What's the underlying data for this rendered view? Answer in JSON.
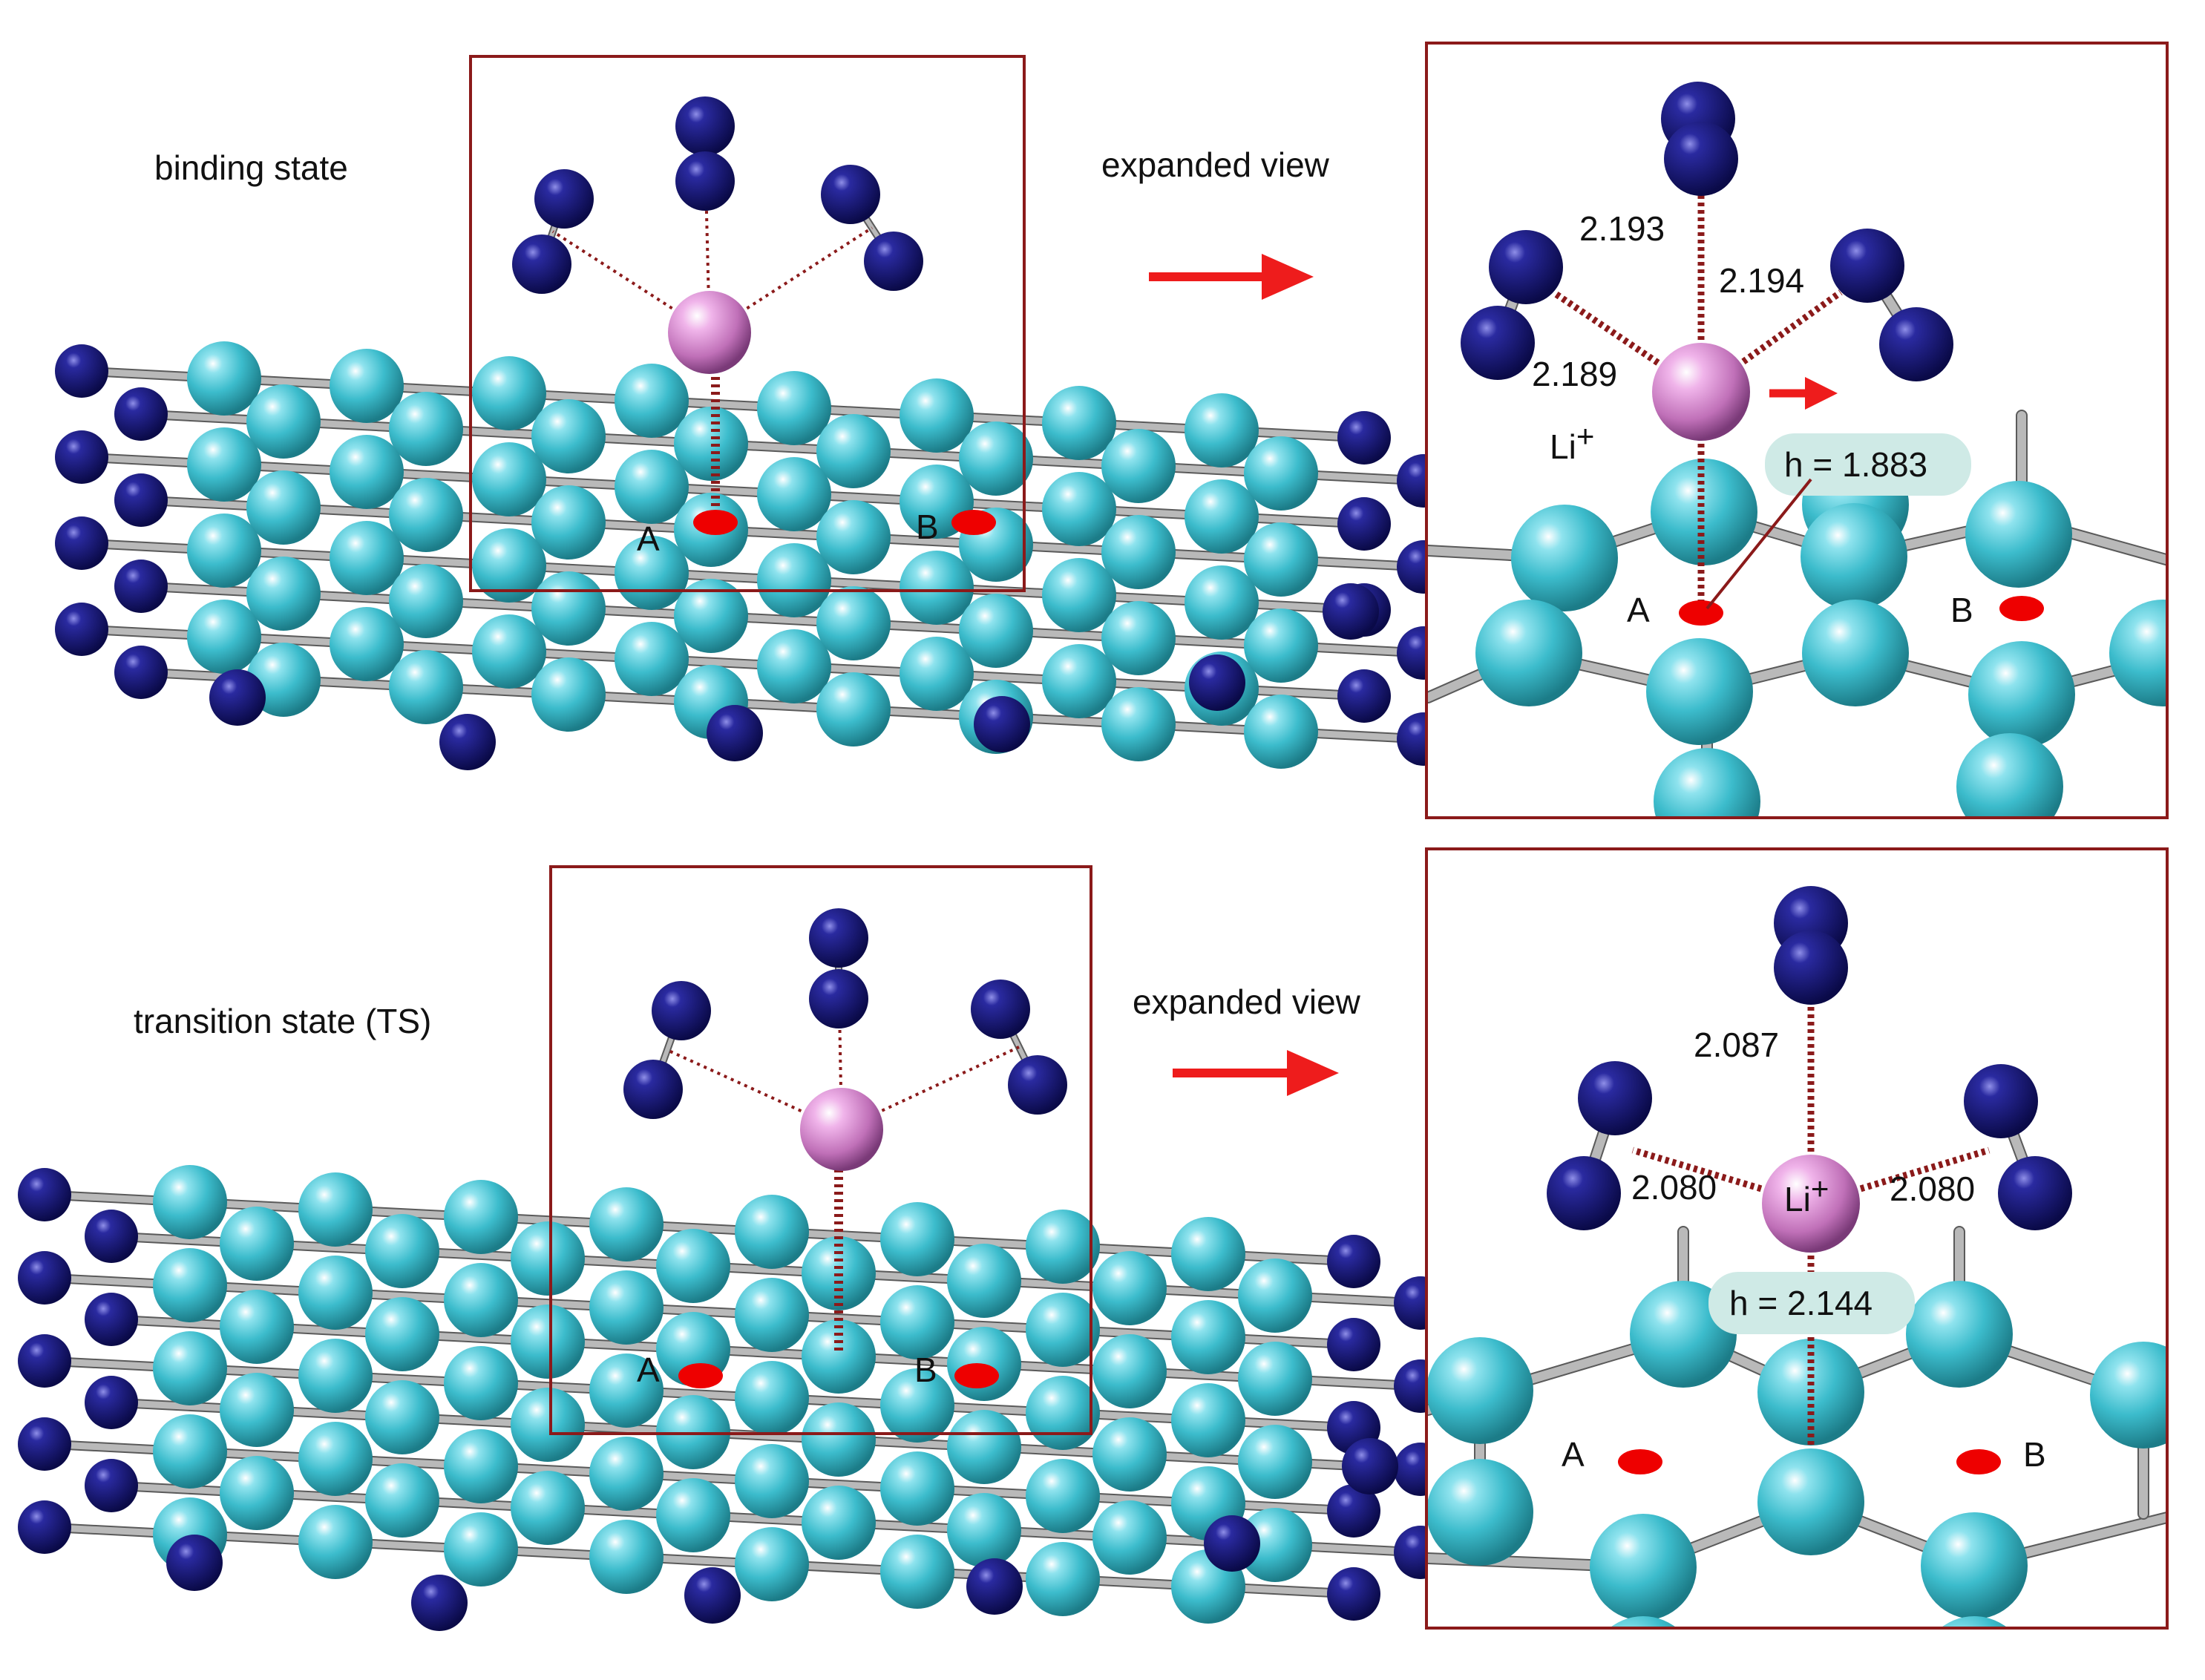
{
  "panels": {
    "binding": {
      "label": "binding state",
      "expanded_label": "expanded view",
      "site_a": "A",
      "site_b": "B"
    },
    "transition": {
      "label": "transition state (TS)",
      "expanded_label": "expanded view",
      "site_a": "A",
      "site_b": "B"
    }
  },
  "zoom_binding": {
    "dist_top": "2.193",
    "dist_right": "2.194",
    "dist_left": "2.189",
    "ion_label": "Li",
    "ion_charge": "+",
    "height": "h = 1.883",
    "site_a": "A",
    "site_b": "B"
  },
  "zoom_ts": {
    "dist_top": "2.087",
    "dist_left": "2.080",
    "dist_right": "2.080",
    "ion_label": "Li",
    "ion_charge": "+",
    "height": "h = 2.144",
    "site_a": "A",
    "site_b": "B"
  },
  "colors": {
    "carbon": "#3cbccc",
    "nitrogen": "#141470",
    "lithium": "#cc77c0",
    "bond": "#888888",
    "box": "#8b1a1a",
    "arrow": "#ee1c1c",
    "site_marker": "#ee0000",
    "label_bg": "#cfeae6"
  }
}
